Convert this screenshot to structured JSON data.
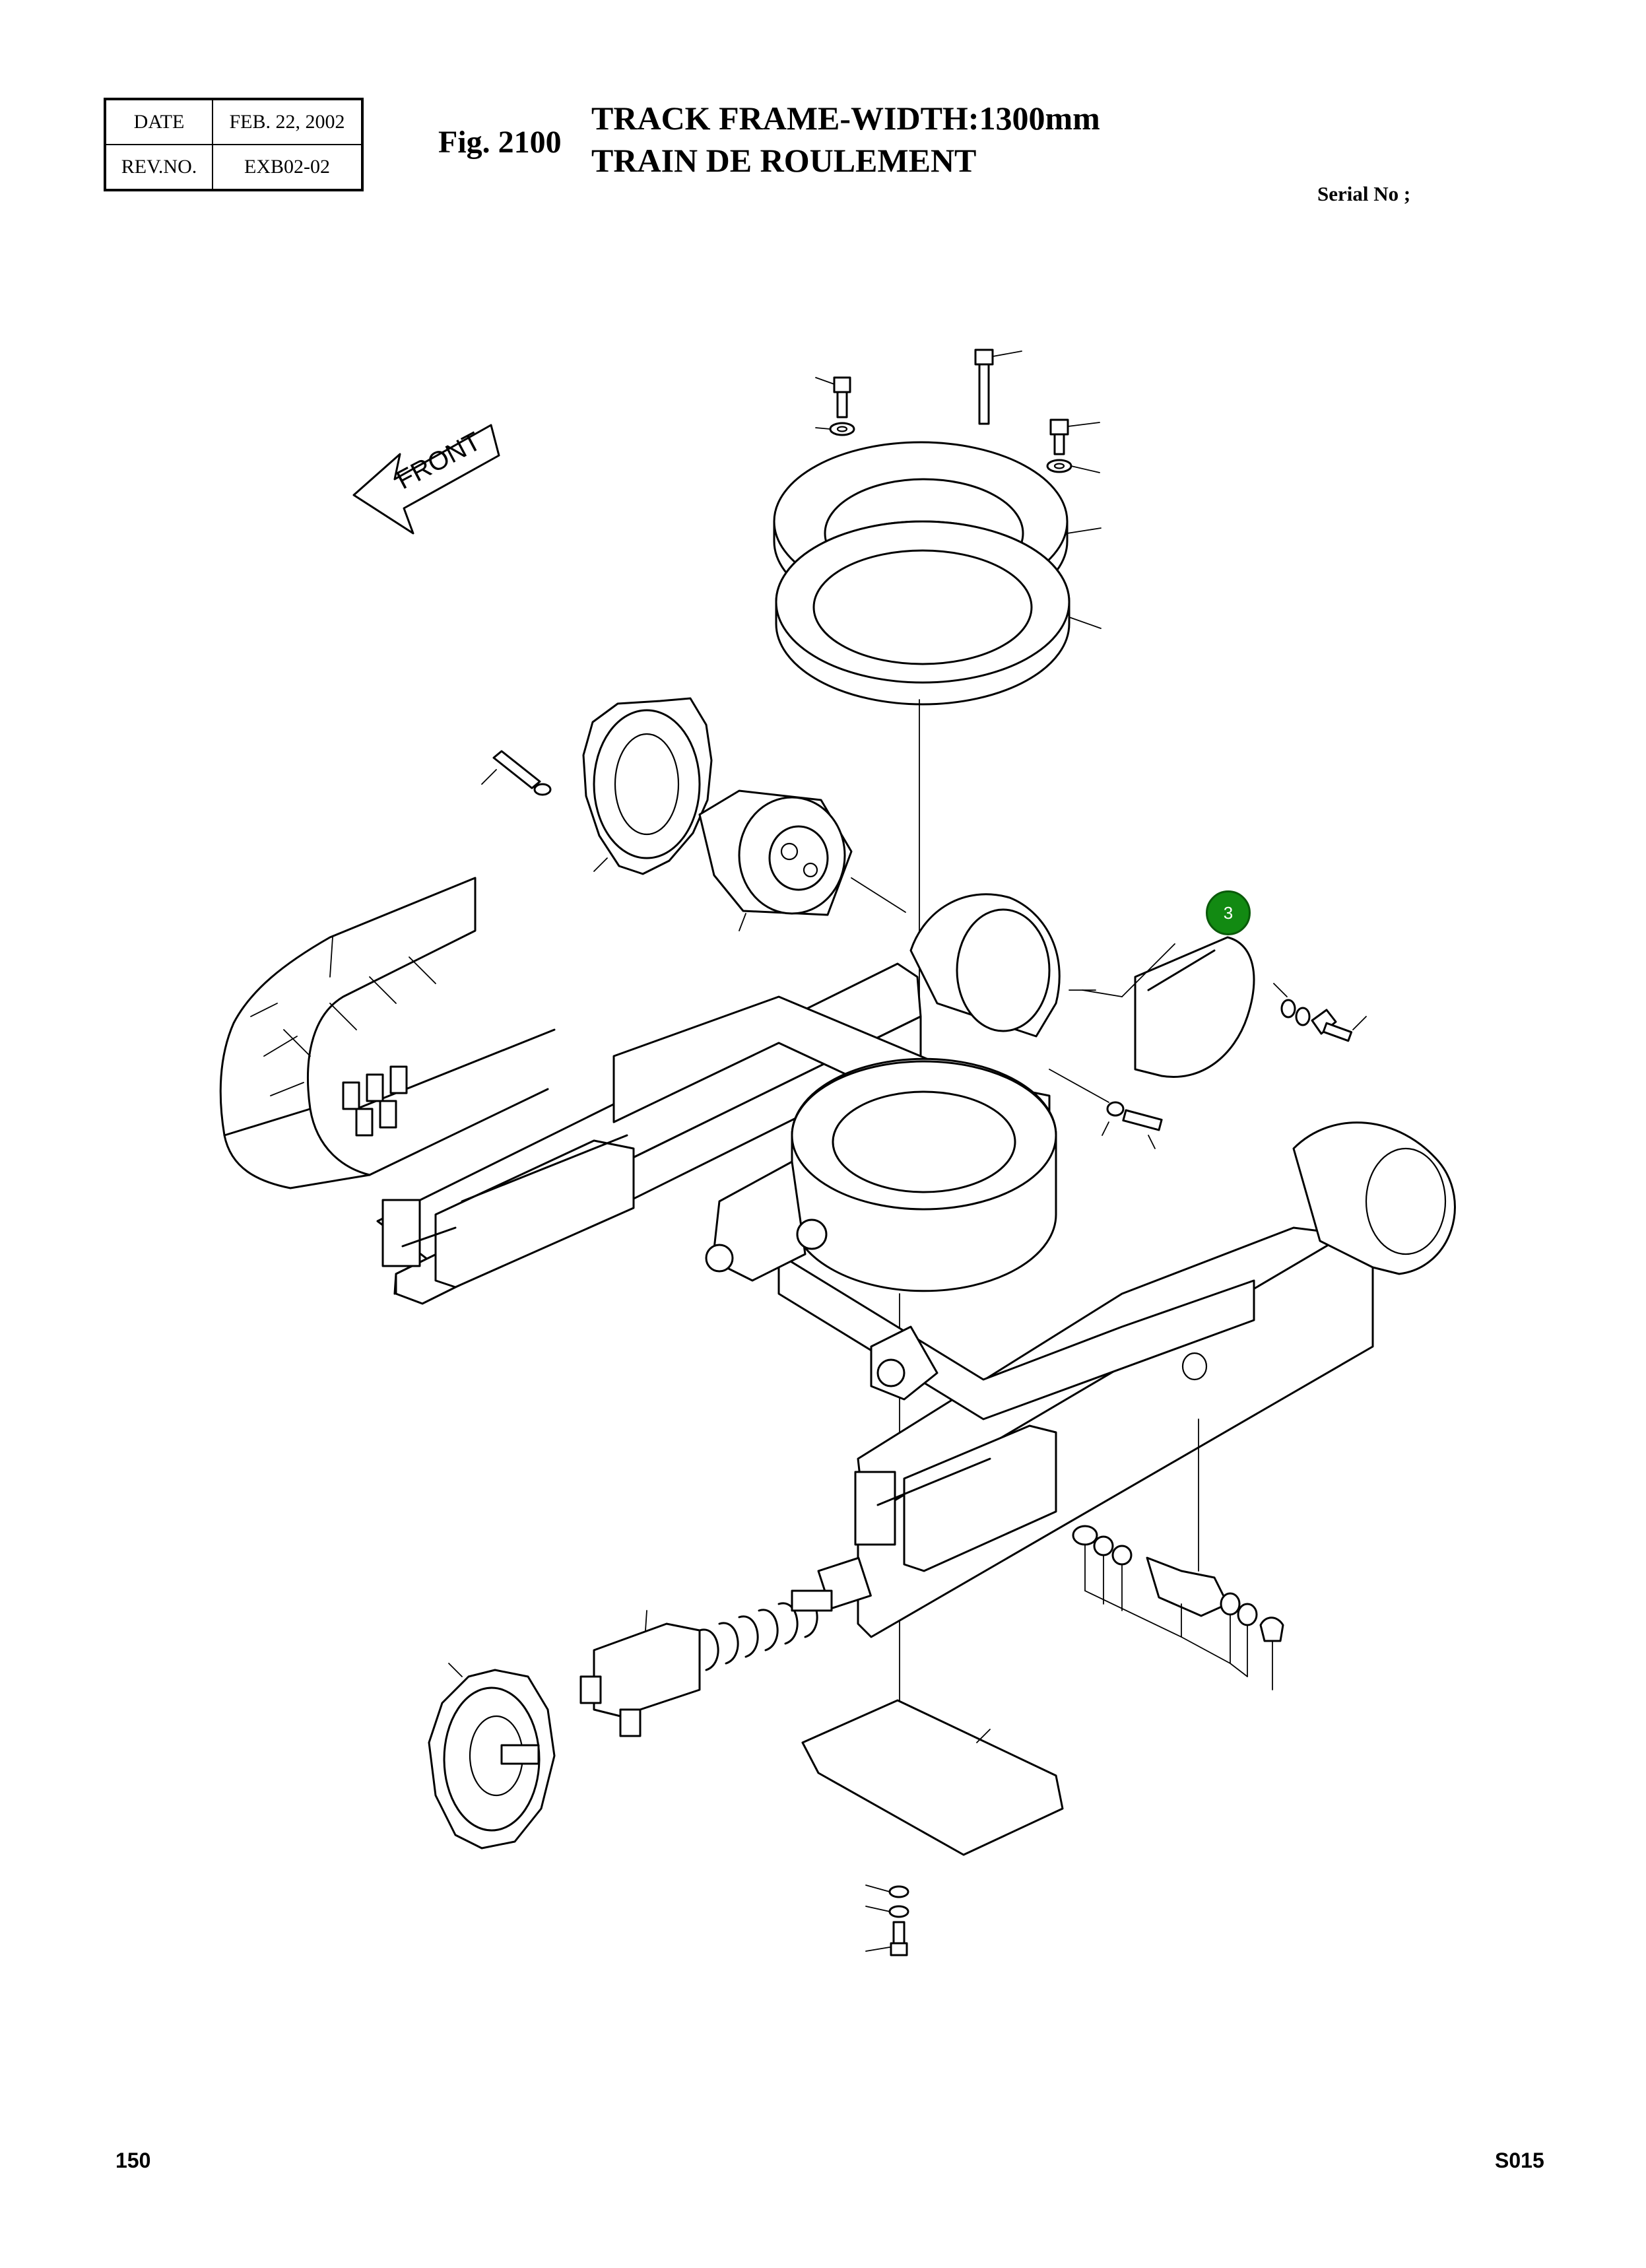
{
  "header": {
    "date_label": "DATE",
    "date_value": "FEB. 22, 2002",
    "rev_label": "REV.NO.",
    "rev_value": "EXB02-02"
  },
  "figure": {
    "number": "Fig. 2100",
    "title_line1": "TRACK FRAME-WIDTH:1300mm",
    "title_line2": "TRAIN DE ROULEMENT",
    "serial": "Serial No ;"
  },
  "drawing": {
    "front_label": "FRONT",
    "callout_number": "3",
    "callout_color": "#128a12"
  },
  "footer": {
    "page_number": "150",
    "code": "S015"
  }
}
